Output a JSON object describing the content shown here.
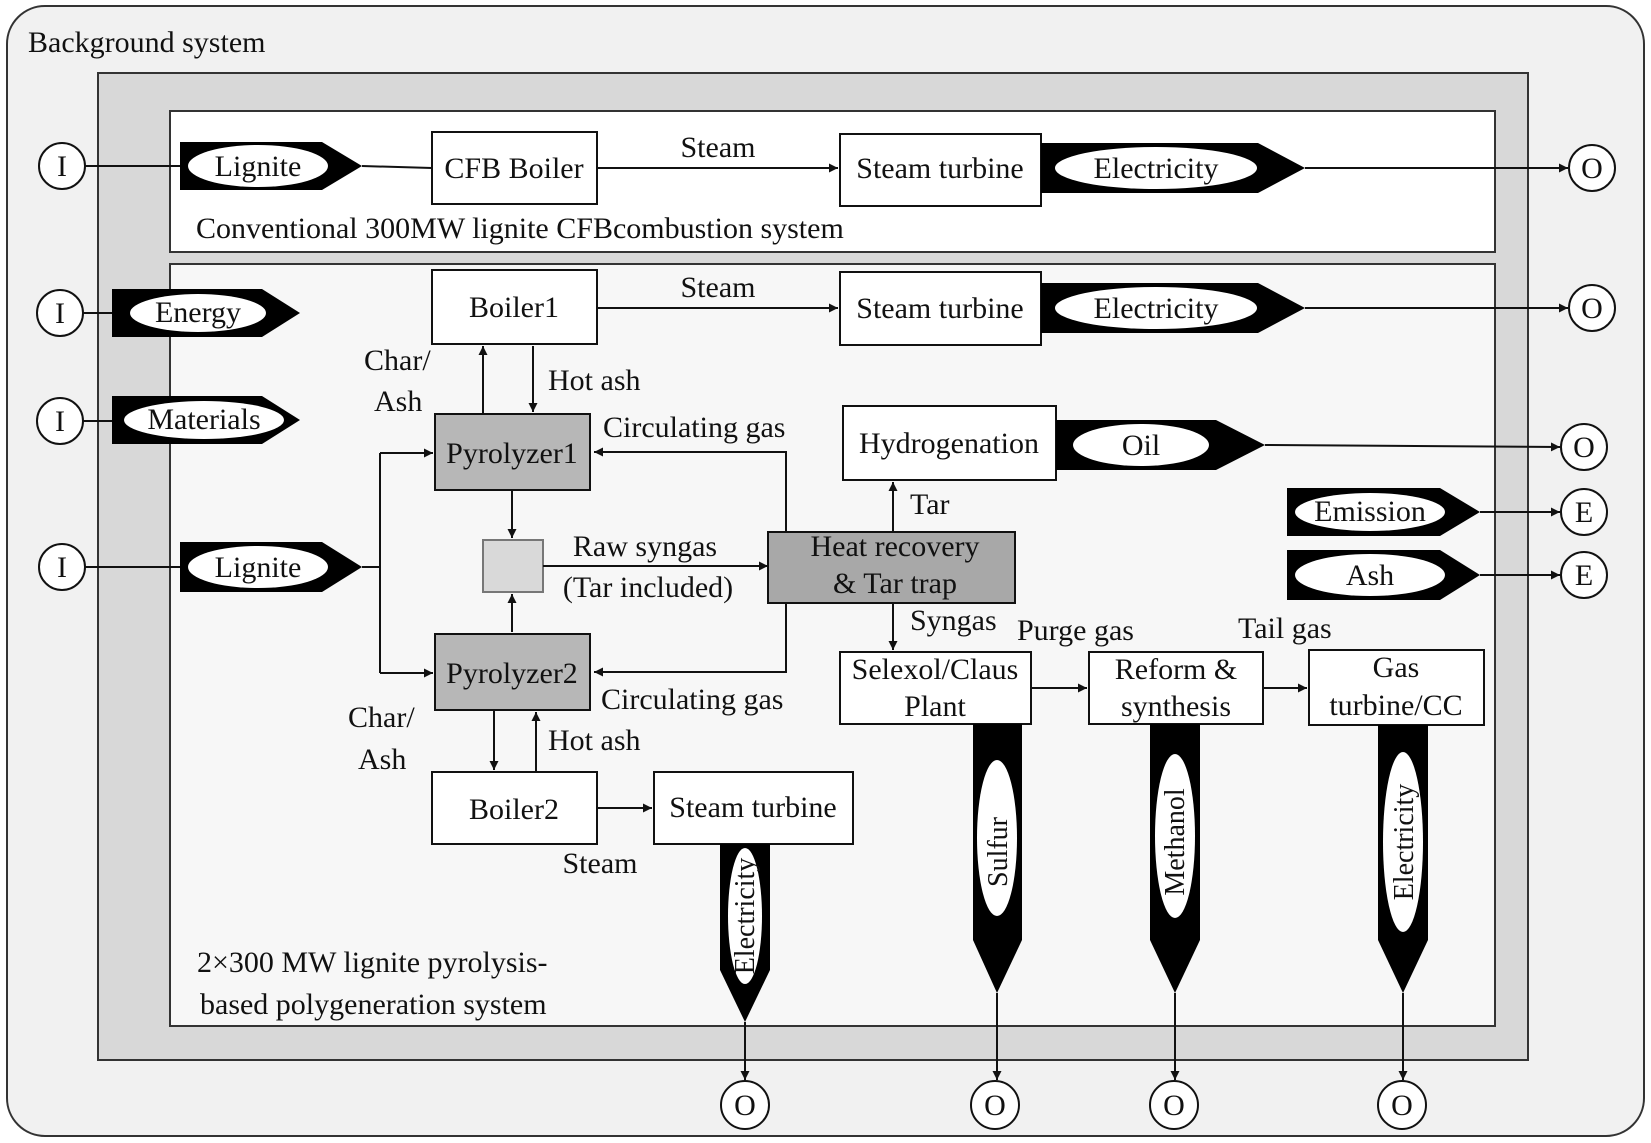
{
  "colors": {
    "frame_outer_bg": "#f1f1f1",
    "frame_mid_bg": "#d8d8d8",
    "panel_bg": "#ffffff",
    "panel2_bg": "#f7f7f7",
    "pyrolyzer_fill": "#b7b7b7",
    "heat_recovery_fill": "#a8a8a8",
    "mixer_fill": "#d9d9d9",
    "stream_arrow": "#000000",
    "ink": "#111111"
  },
  "background_label": "Background system",
  "conventional": {
    "caption": "Conventional 300MW lignite CFBcombustion system",
    "input_node": "I",
    "lignite_label": "Lignite",
    "boiler_label": "CFB Boiler",
    "steam_label": "Steam",
    "turbine_label": "Steam turbine",
    "electricity_label": "Electricity",
    "output_node": "O"
  },
  "polygen": {
    "caption_line1": "2×300 MW lignite pyrolysis-",
    "caption_line2": "based polygeneration system",
    "inputs": {
      "node": "I",
      "energy": "Energy",
      "materials": "Materials",
      "lignite": "Lignite"
    },
    "boiler1": "Boiler1",
    "boiler2": "Boiler2",
    "steam_top": "Steam",
    "steam_bottom": "Steam",
    "turbine_top": "Steam turbine",
    "turbine_bottom": "Steam turbine",
    "electricity_top": "Electricity",
    "electricity_bottom": "Electricity",
    "pyrolyzer1": "Pyrolyzer1",
    "pyrolyzer2": "Pyrolyzer2",
    "char_ash_1_line1": "Char/",
    "char_ash_1_line2": "Ash",
    "char_ash_2_line1": "Char/",
    "char_ash_2_line2": "Ash",
    "hot_ash_1": "Hot ash",
    "hot_ash_2": "Hot ash",
    "circulating_gas_1": "Circulating gas",
    "circulating_gas_2": "Circulating gas",
    "raw_syngas_line1": "Raw syngas",
    "raw_syngas_line2": "(Tar included)",
    "heat_recovery_line1": "Heat recovery",
    "heat_recovery_line2": "& Tar trap",
    "tar_label": "Tar",
    "hydrogenation": "Hydrogenation",
    "oil_label": "Oil",
    "syngas_label": "Syngas",
    "purge_gas_label": "Purge gas",
    "tail_gas_label": "Tail gas",
    "selexol_line1": "Selexol/Claus",
    "selexol_line2": "Plant",
    "reform_line1": "Reform &",
    "reform_line2": "synthesis",
    "gas_turbine_line1": "Gas",
    "gas_turbine_line2": "turbine/CC",
    "sulfur_label": "Sulfur",
    "methanol_label": "Methanol",
    "electricity_cc_label": "Electricity",
    "emission_label": "Emission",
    "ash_out_label": "Ash",
    "output_node": "O",
    "emission_node": "E"
  }
}
